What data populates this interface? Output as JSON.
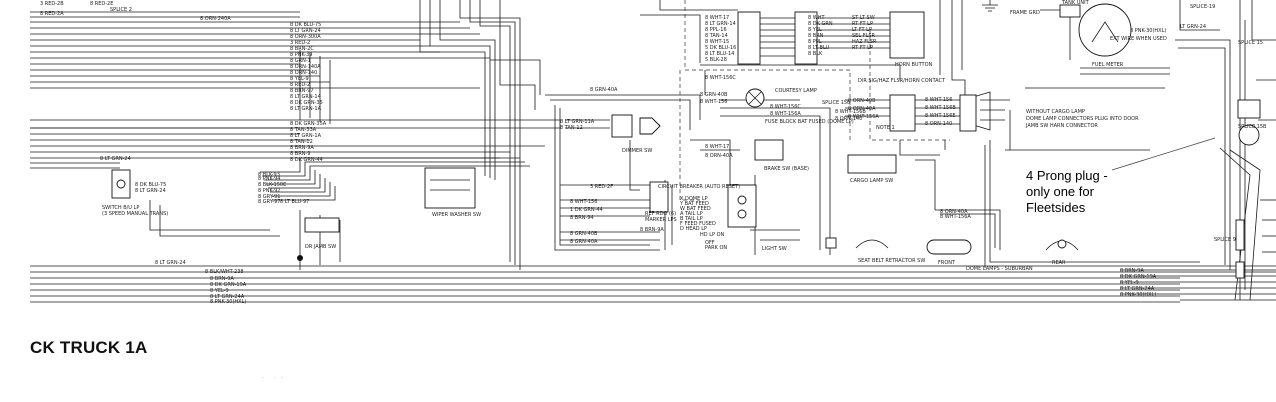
{
  "page_title": "CK TRUCK 1A",
  "callout": {
    "lines": [
      "4 Prong plug -",
      "only one for",
      "Fleetsides"
    ]
  },
  "components": {
    "dimmer_sw": "DIMMER SW",
    "courtesy_lamp": "COURTESY LAMP",
    "brake_sw": "BRAKE SW (BASE)",
    "wiper_washer_sw": "WIPER WASHER SW",
    "dr_jamb_sw": "DR JAMB SW",
    "light_sw": "LIGHT SW",
    "cargo_lamp_sw": "CARGO LAMP SW",
    "seat_belt_retractor_sw": "SEAT BELT RETRACTOR SW",
    "front": "FRONT",
    "rear": "REAR",
    "dome_lamps": "DOME LAMPS - SUBURBAN",
    "fuel_meter": "FUEL METER",
    "tank_unit": "TANK UNIT",
    "frame_grd": "FRAME GRD",
    "switch_lp": "SWITCH B/U LP",
    "manual_trans": "(3 SPEED MANUAL TRANS)",
    "note1": "NOTE 1",
    "fuse_block": "FUSE BLOCK BAT FUSED (DOME LP)",
    "without_cargo": "WITHOUT CARGO LAMP",
    "dome_lamp_conn": "DOME LAMP CONNECTORS PLUG INTO DOOR",
    "jamb_sw_conn": "JAMB SW HARN CONNECTOR",
    "dir_sig": "DIR SIG/HAZ FLSR/HORN CONTACT",
    "horn_button": "HORN BUTTON",
    "circuit_breaker": "CIRCUIT BREAKER (AUTO RESET)",
    "splice_15": "SPLICE 15",
    "splice_15b": "SPLICE 15B",
    "splice_9": "SPLICE 9",
    "splice_156": "SPLICE 156",
    "courtesy": "COURTESY"
  },
  "wire_labels": {
    "left_top": [
      "3 RED-2B",
      "8 RED-2A",
      "SPLICE 2",
      "8 RED-2E",
      "8 ORN-240A",
      "8 DK BLU-75",
      "8 LT GRN-24",
      "8 ORN-300A",
      "3 RED-2",
      "8 BRN-2C",
      "8 PNK-39",
      "8 GRN-1",
      "8 ORN-140A",
      "8 ORN-140",
      "8 YEL-9",
      "8 RED-2",
      "8 BRN-97",
      "8 LT GRN-14",
      "8 DK GRN-35",
      "8 LT GRN-1A"
    ],
    "left_mid": [
      "8 DK GRN-35A",
      "8 TAN-33A",
      "8 LT GRN-1A",
      "8 TAN-12",
      "8 BRN-9A",
      "8 BRN-9",
      "8 DK GRN-44"
    ],
    "left_lower": [
      "8 LT GRN-24",
      "8 BLK/WHT-238",
      "8 BRN-9A",
      "8 DK GRN-19A",
      "8 YEL-9",
      "8 LT GRN-24A",
      "8 PNK-30(HXL)"
    ],
    "switch_area": [
      "8 DK BLU-75",
      "8 LT GRN-24",
      "8 LT GRN-24",
      "8 BLK-93",
      "8 PNK-94",
      "8 BLK-150E",
      "8 PNK-92",
      "8 GRY-91",
      "8 GRY-97",
      "8 LT BLU-97"
    ],
    "center": [
      "8 GRN-40A",
      "8 GRN-40B",
      "8 WHT-156",
      "8 WHT-156C",
      "8 WHT-156A",
      "8 LT GRN-11A",
      "8 TAN-12",
      "8 WHT-17",
      "8 ORN-40A",
      "3 RED-2F",
      "8 WHT-156",
      "1 DK GRN-44",
      "8 BRN-94",
      "8 GRN-40B",
      "8 GRN-40A",
      "8 BRN-9A",
      "8 WHT-156B",
      "8 ORN-140"
    ],
    "light_sw": [
      "X DOME LP",
      "Y BAT FEED",
      "W BAT FEED",
      "A TAIL LP",
      "B TAIL LP",
      "F FEED FUSED",
      "D HEAD LP",
      "HD LP ON",
      "OFF",
      "PARK ON",
      "REF RDO (6)",
      "MARKER LPS"
    ],
    "top_center": [
      "8 WHT-17",
      "8 LT GRN-14",
      "8 PPL-16",
      "8 TAN-14",
      "8 WHT-15",
      "5 DK BLU-16",
      "8 LT BLU-14",
      "5 BLK-28",
      "8 WHT-156C",
      "8 WHT",
      "8 DK GRN",
      "8 YEL",
      "8 BRN",
      "8 PPL",
      "8 LT BLU",
      "8 BLK",
      "ST LT SW",
      "RT FT LP",
      "LT FT LP",
      "SEL FLSR",
      "HAZ FLSR",
      "RT FT LP"
    ],
    "right_center": [
      "8 WHT-156",
      "8 WHT-156B",
      "8 WHT-156E",
      "8 ORN-140",
      "8 ORN-40B",
      "8 ORN-40A",
      "8 WHT-156A",
      "8 ORN-40A",
      "8 WHT-156A"
    ],
    "right": [
      "8 PNK-30(HXL)",
      "EXT WIRE WHEN USED",
      "LT GRN-24",
      "SPLICE-19",
      "8 BRN-9A",
      "8 DK GRN-19A",
      "8 YEL-9",
      "8 LT GRN-24A",
      "8 PNK-30(HXL)"
    ]
  }
}
